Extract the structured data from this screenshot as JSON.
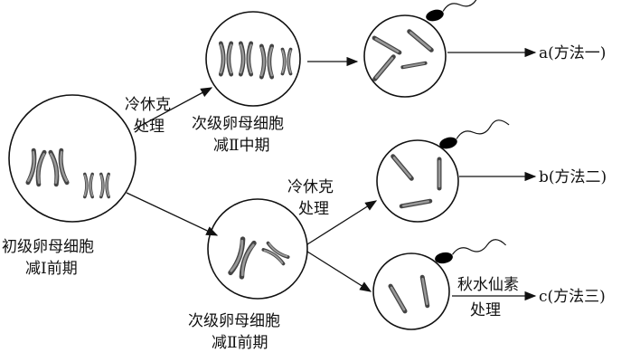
{
  "labels": {
    "cold_shock_1": [
      "冷休克",
      "处理"
    ],
    "secondary_metaphase": [
      "次级卵母细胞",
      "减Ⅱ中期"
    ],
    "primary_prophase": [
      "初级卵母细胞",
      "减Ⅰ前期"
    ],
    "cold_shock_2": [
      "冷休克",
      "处理"
    ],
    "secondary_prophase": [
      "次级卵母细胞",
      "减Ⅱ前期"
    ],
    "colchicine": [
      "秋水仙素",
      "处理"
    ],
    "result_a": "a(方法一)",
    "result_b": "b(方法二)",
    "result_c": "c(方法三)"
  }
}
